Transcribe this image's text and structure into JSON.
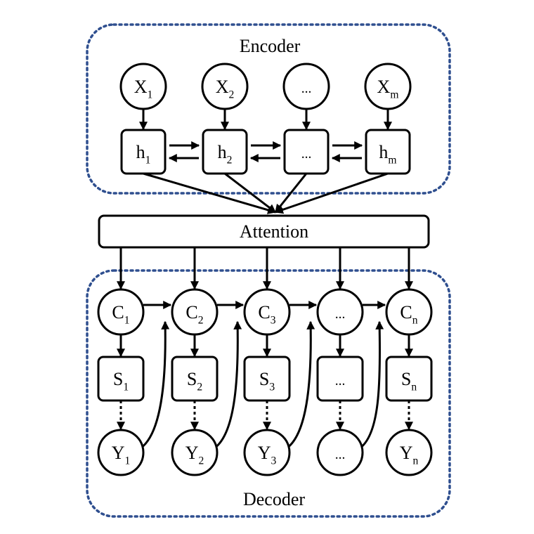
{
  "encoder": {
    "label": "Encoder",
    "inputs": [
      {
        "main": "X",
        "sub": "1"
      },
      {
        "main": "X",
        "sub": "2"
      },
      {
        "main": "...",
        "sub": ""
      },
      {
        "main": "X",
        "sub": "m"
      }
    ],
    "hidden": [
      {
        "main": "h",
        "sub": "1"
      },
      {
        "main": "h",
        "sub": "2"
      },
      {
        "main": "...",
        "sub": ""
      },
      {
        "main": "h",
        "sub": "m"
      }
    ]
  },
  "attention": {
    "label": "Attention"
  },
  "decoder": {
    "label": "Decoder",
    "contexts": [
      {
        "main": "C",
        "sub": "1"
      },
      {
        "main": "C",
        "sub": "2"
      },
      {
        "main": "C",
        "sub": "3"
      },
      {
        "main": "...",
        "sub": ""
      },
      {
        "main": "C",
        "sub": "n"
      }
    ],
    "states": [
      {
        "main": "S",
        "sub": "1"
      },
      {
        "main": "S",
        "sub": "2"
      },
      {
        "main": "S",
        "sub": "3"
      },
      {
        "main": "...",
        "sub": ""
      },
      {
        "main": "S",
        "sub": "n"
      }
    ],
    "outputs": [
      {
        "main": "Y",
        "sub": "1"
      },
      {
        "main": "Y",
        "sub": "2"
      },
      {
        "main": "Y",
        "sub": "3"
      },
      {
        "main": "...",
        "sub": ""
      },
      {
        "main": "Y",
        "sub": "n"
      }
    ]
  }
}
